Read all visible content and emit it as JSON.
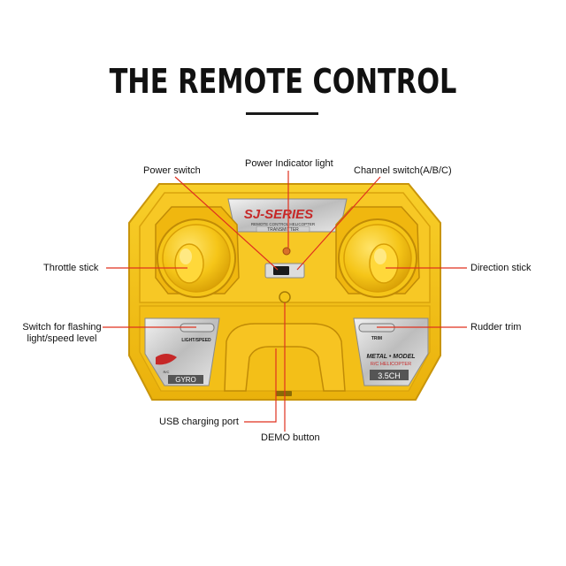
{
  "title": "THE REMOTE CONTROL",
  "callouts": {
    "power_switch": "Power switch",
    "power_indicator": "Power Indicator light",
    "channel_switch": "Channel switch(A/B/C)",
    "throttle_stick": "Throttle stick",
    "direction_stick": "Direction stick",
    "flash_switch_line1": "Switch for flashing",
    "flash_switch_line2": "light/speed level",
    "rudder_trim": "Rudder trim",
    "usb_port": "USB charging port",
    "demo_button": "DEMO button"
  },
  "device_text": {
    "brand": "SJ-SERIES",
    "brand_sub": "REMOTE CONTROL HELICOPTER",
    "transmitter": "TRANSMITTER",
    "light_speed": "LIGHT/SPEED",
    "trim": "TRIM",
    "gyro": "GYRO",
    "metal_model": "METAL • MODEL",
    "rc_heli": "R/C HELICOPTER",
    "channels": "3.5CH",
    "logo_sub": "R/C"
  },
  "colors": {
    "body_yellow": "#f5c518",
    "callout_line": "#e0311f"
  }
}
